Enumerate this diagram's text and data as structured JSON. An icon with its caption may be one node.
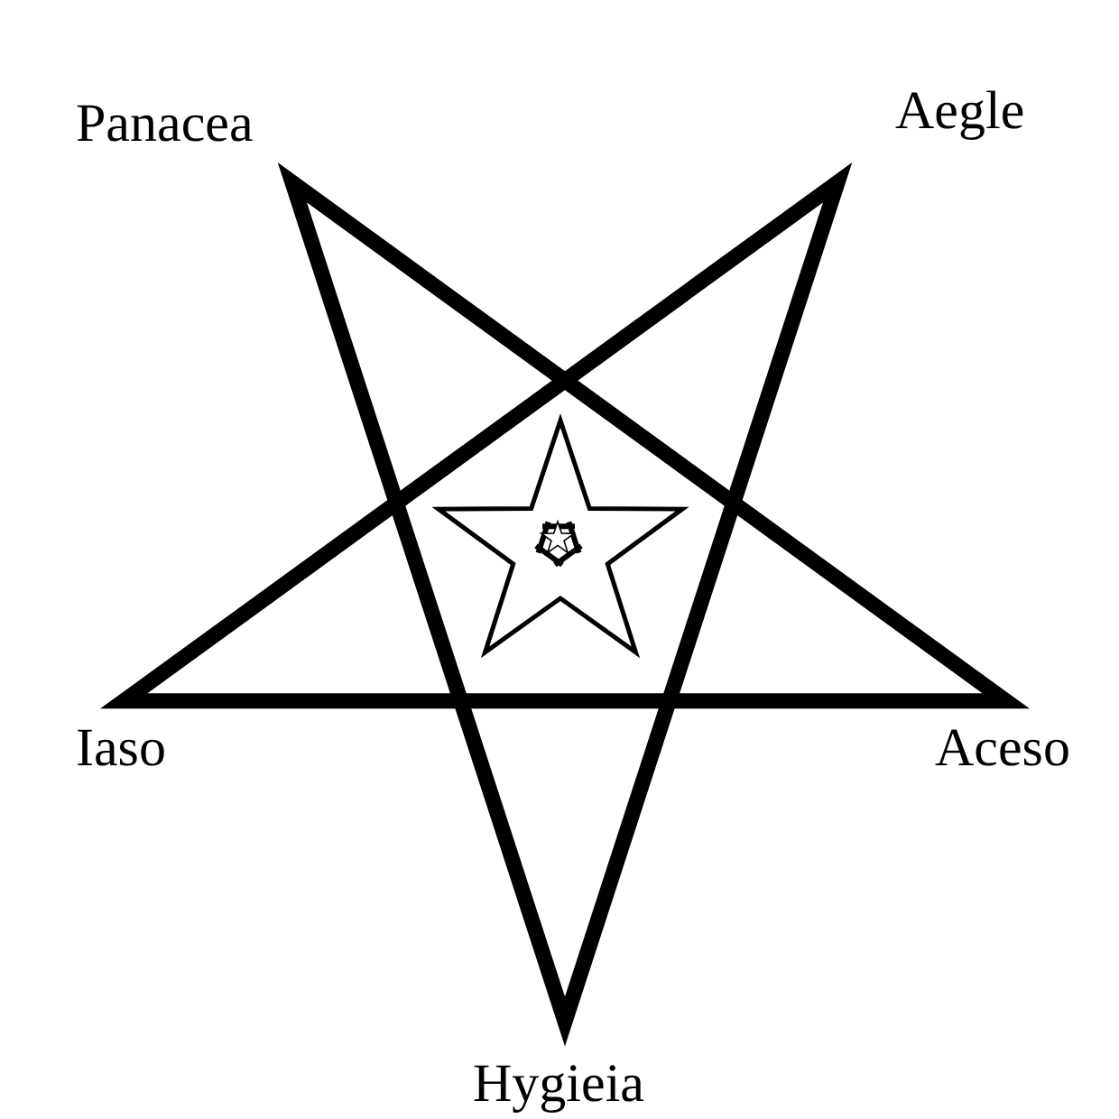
{
  "diagram": {
    "labels": [
      "Panacea",
      "Aegle",
      "Iaso",
      "Aceso",
      "Hygieia"
    ]
  }
}
